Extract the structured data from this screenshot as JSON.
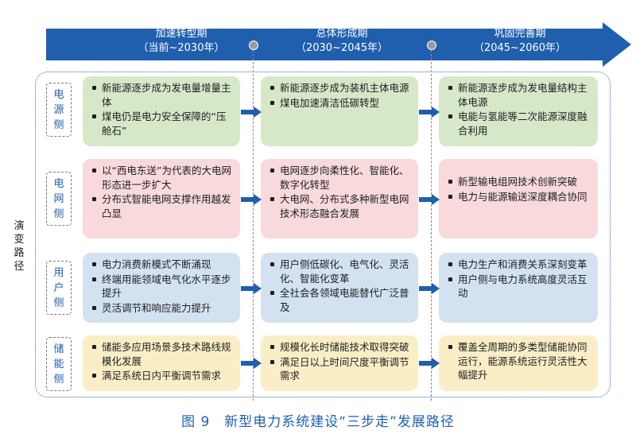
{
  "timeline": {
    "phases": [
      {
        "name": "加速转型期",
        "period": "（当前~2030年）"
      },
      {
        "name": "总体形成期",
        "period": "（2030~2045年）"
      },
      {
        "name": "巩固完善期",
        "period": "（2045~2060年）"
      }
    ],
    "color": "#1f5fae"
  },
  "side_title": [
    "演",
    "变",
    "路",
    "径"
  ],
  "rows": [
    {
      "label": [
        "电",
        "源",
        "侧"
      ],
      "cells": [
        [
          "新能源逐步成为发电量增量主体",
          "煤电仍是电力安全保障的“压舱石”"
        ],
        [
          "新能源逐步成为装机主体电源",
          "煤电加速清洁低碳转型"
        ],
        [
          "新能源逐步成为发电量结构主体电源",
          "电能与氢能等二次能源深度融合利用"
        ]
      ]
    },
    {
      "label": [
        "电",
        "网",
        "侧"
      ],
      "cells": [
        [
          "以“西电东送”为代表的大电网形态进一步扩大",
          "分布式智能电网支撑作用越发凸显"
        ],
        [
          "电网逐步向柔性化、智能化、数字化转型",
          "大电网、分布式多种新型电网技术形态融合发展"
        ],
        [
          "新型输电组网技术创新突破",
          "电力与能源输送深度耦合协同"
        ]
      ]
    },
    {
      "label": [
        "用",
        "户",
        "侧"
      ],
      "cells": [
        [
          "电力消费新模式不断涌现",
          "终端用能领域电气化水平逐步提升",
          "灵活调节和响应能力提升"
        ],
        [
          "用户侧低碳化、电气化、灵活化、智能化变革",
          "全社会各领域电能替代广泛普及"
        ],
        [
          "电力生产和消费关系深刻变革",
          "用户侧与电力系统高度灵活互动"
        ]
      ]
    },
    {
      "label": [
        "储",
        "能",
        "侧"
      ],
      "cells": [
        [
          "储能多应用场景多技术路线规模化发展",
          "满足系统日内平衡调节需求"
        ],
        [
          "规模化长时储能技术取得突破",
          "满足日以上时间尺度平衡调节需求"
        ],
        [
          "覆盖全周期的多类型储能协同运行，能源系统运行灵活性大幅提升"
        ]
      ]
    }
  ],
  "caption": "图 9　新型电力系统建设“三步走”发展路径"
}
